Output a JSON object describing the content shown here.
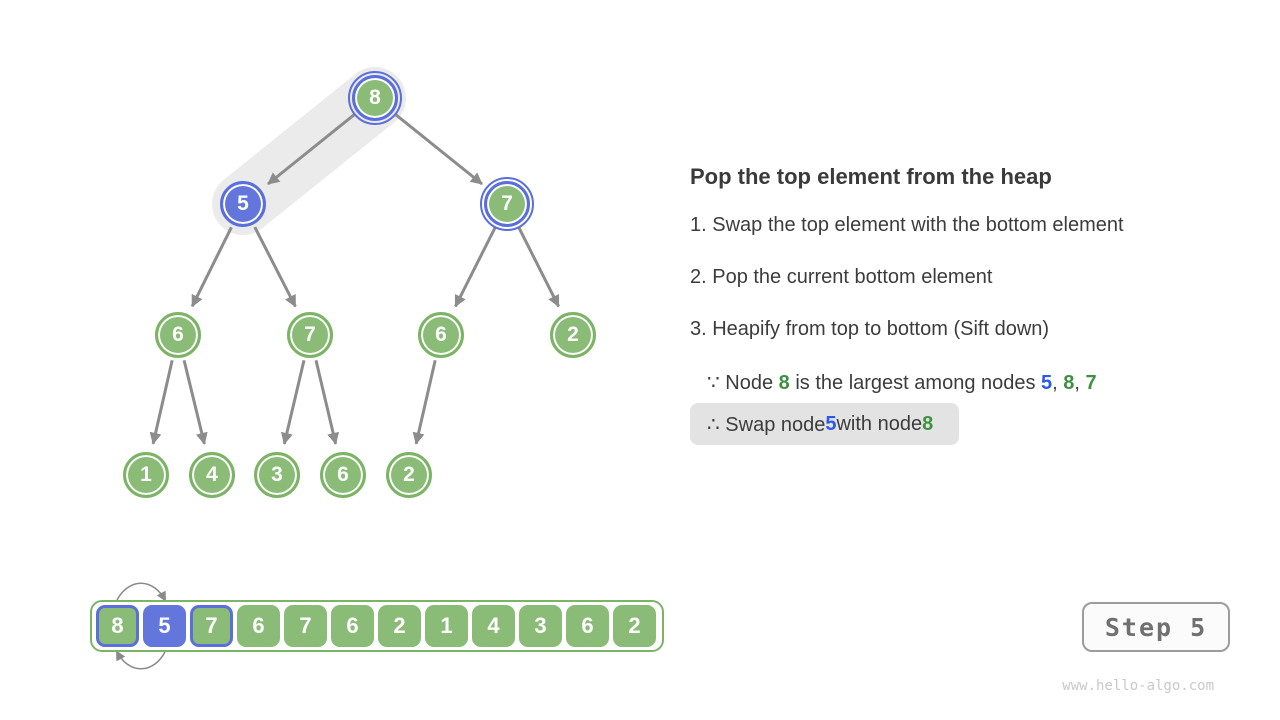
{
  "panel": {
    "title": "Pop the top element from the heap",
    "steps": [
      "1. Swap the top element with the bottom element",
      "2. Pop the current bottom element",
      "3. Heapify from top to bottom (Sift down)"
    ],
    "because_line": [
      {
        "t": "∵ Node ",
        "c": "d"
      },
      {
        "t": "8",
        "c": "g"
      },
      {
        "t": " is the largest among nodes ",
        "c": "d"
      },
      {
        "t": "5",
        "c": "b"
      },
      {
        "t": ", ",
        "c": "d"
      },
      {
        "t": "8",
        "c": "g"
      },
      {
        "t": ", ",
        "c": "d"
      },
      {
        "t": "7",
        "c": "g"
      }
    ],
    "conclusion_line": [
      {
        "t": "∴ Swap node ",
        "c": "d"
      },
      {
        "t": "5",
        "c": "b"
      },
      {
        "t": " with node ",
        "c": "d"
      },
      {
        "t": "8",
        "c": "g"
      }
    ]
  },
  "tree": {
    "values": [
      "8",
      "5",
      "7",
      "6",
      "7",
      "6",
      "2",
      "1",
      "4",
      "3",
      "6",
      "2"
    ],
    "styles": [
      "green-ringed",
      "blue",
      "green-ringed",
      "green",
      "green",
      "green",
      "green",
      "green",
      "green",
      "green",
      "green",
      "green"
    ],
    "edges": [
      [
        0,
        1
      ],
      [
        0,
        2
      ],
      [
        1,
        3
      ],
      [
        1,
        4
      ],
      [
        2,
        5
      ],
      [
        2,
        6
      ],
      [
        3,
        7
      ],
      [
        3,
        8
      ],
      [
        4,
        9
      ],
      [
        4,
        10
      ],
      [
        5,
        11
      ]
    ],
    "swap_band_between": [
      0,
      1
    ]
  },
  "array": {
    "values": [
      "8",
      "5",
      "7",
      "6",
      "7",
      "6",
      "2",
      "1",
      "4",
      "3",
      "6",
      "2"
    ],
    "styles": [
      "green-outlined",
      "blue",
      "green-outlined",
      "green",
      "green",
      "green",
      "green",
      "green",
      "green",
      "green",
      "green",
      "green"
    ],
    "swap_between": [
      0,
      1
    ]
  },
  "step_badge": {
    "label": "Step 5"
  },
  "footer": {
    "url": "www.hello-algo.com"
  },
  "colors": {
    "node_green": "#8ABB77",
    "green_border": "#7CB466",
    "node_blue": "#6376DB",
    "blue_ring": "#5B6EDE",
    "text_blue": "#2B59E8",
    "text_green": "#3F9142",
    "text_dark": "#3C3C3C",
    "edge_gray": "#8C8C8C",
    "band_gray": "#EBEBEB",
    "pill_bg": "#E3E3E3"
  }
}
